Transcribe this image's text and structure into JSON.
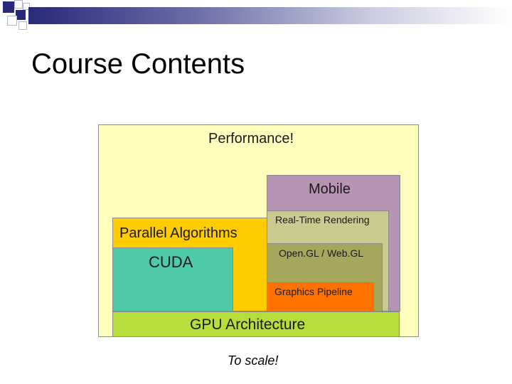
{
  "slide": {
    "title": "Course Contents",
    "caption": "To scale!"
  },
  "diagram": {
    "performance": "Performance!",
    "mobile": "Mobile",
    "real_time_rendering": "Real-Time Rendering",
    "opengl_webgl": "Open.GL / Web.GL",
    "graphics_pipeline": "Graphics Pipeline",
    "parallel_algorithms": "Parallel Algorithms",
    "cuda": "CUDA",
    "gpu_architecture": "GPU Architecture"
  },
  "colors": {
    "performance": "#ffffbd",
    "mobile": "#b594b4",
    "real_time_rendering": "#c9c990",
    "opengl_webgl": "#a6a65c",
    "graphics_pipeline": "#ff7200",
    "parallel_algorithms": "#ffcc00",
    "cuda": "#4fcaa9",
    "gpu_architecture": "#b5de3a"
  }
}
